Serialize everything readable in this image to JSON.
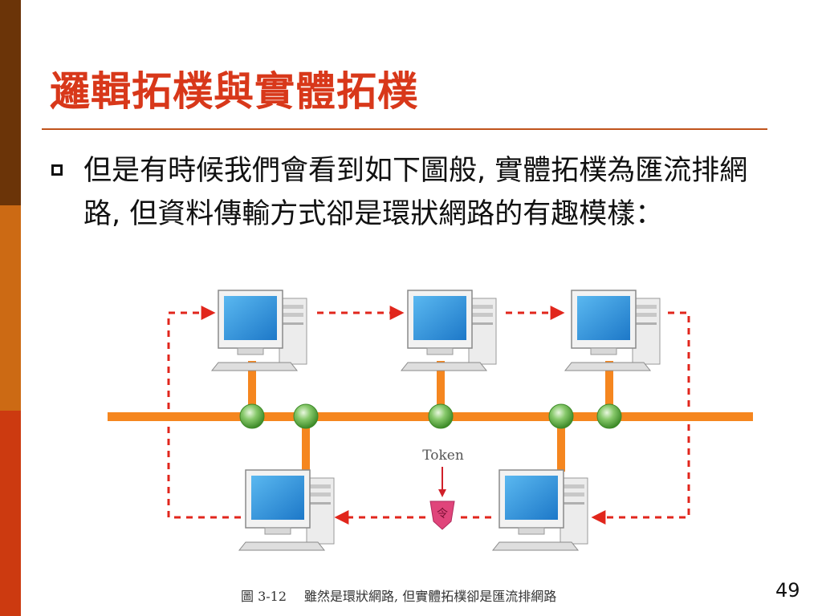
{
  "slide": {
    "title": "邏輯拓樸與實體拓樸",
    "bullet_text": "但是有時候我們會看到如下圖般, 實體拓樸為匯流排網路, 但資料傳輸方式卻是環狀網路的有趣模樣：",
    "page_number": "49"
  },
  "diagram": {
    "token_label": "Token",
    "token_glyph": "令",
    "caption_number": "圖 3-12",
    "caption_text": "雖然是環狀網路, 但實體拓樸卻是匯流排網路"
  },
  "colors": {
    "title": "#d8381a",
    "bus": "#f5861f",
    "ring": "#e1261c",
    "node": "#5fb640",
    "token": "#e0457b"
  }
}
